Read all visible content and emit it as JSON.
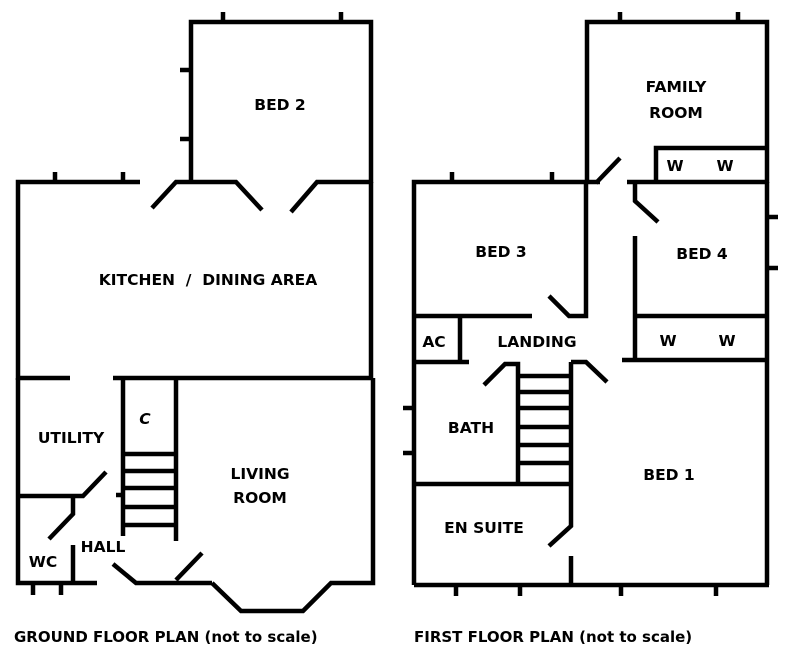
{
  "ground_floor": {
    "caption": "GROUND FLOOR PLAN (not to scale)",
    "rooms": {
      "bed2": "BED 2",
      "kitchen": "KITCHEN  /  DINING AREA",
      "utility": "UTILITY",
      "cupboard": "C",
      "living_line1": "LIVING",
      "living_line2": "ROOM",
      "hall": "HALL",
      "wc": "WC"
    }
  },
  "first_floor": {
    "caption": "FIRST FLOOR PLAN (not to scale)",
    "rooms": {
      "family_line1": "FAMILY",
      "family_line2": "ROOM",
      "wardrobe": "W",
      "bed3": "BED 3",
      "bed4": "BED 4",
      "airing_cupboard": "AC",
      "landing": "LANDING",
      "bath": "BATH",
      "bed1": "BED 1",
      "en_suite": "EN SUITE"
    }
  }
}
